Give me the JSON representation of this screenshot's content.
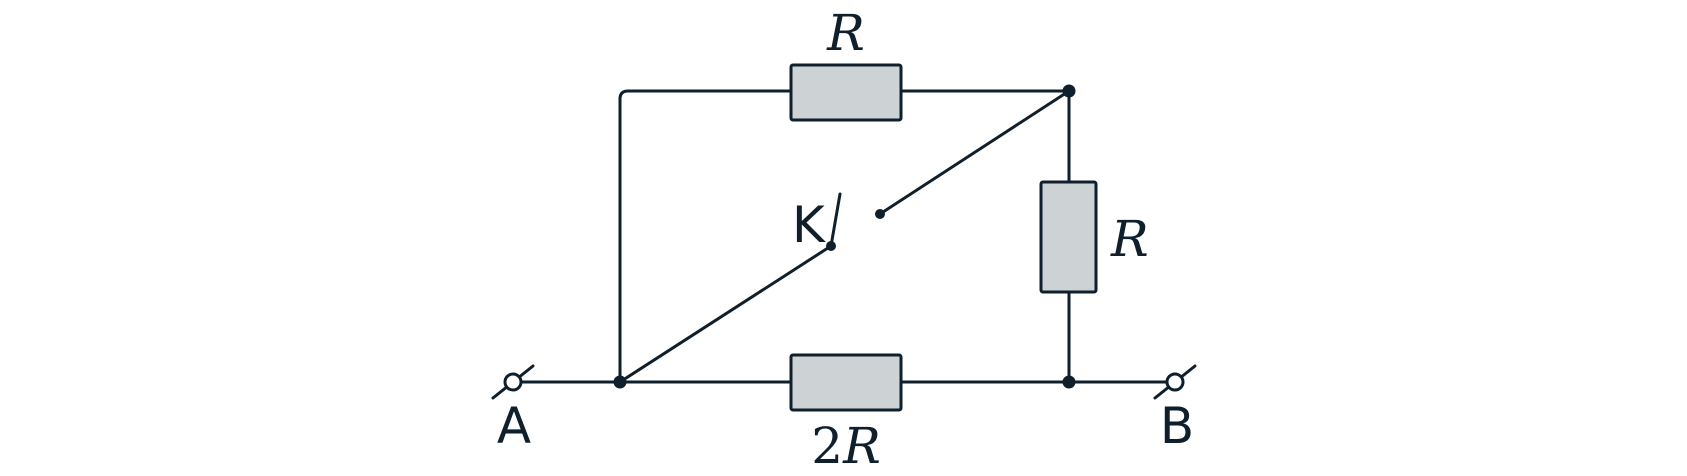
{
  "labels": {
    "resistor_top": "R",
    "resistor_right": "R",
    "resistor_bottom_coeff": "2",
    "resistor_bottom_symbol": "R",
    "switch": "K",
    "terminal_a": "A",
    "terminal_b": "B"
  },
  "colors": {
    "wire": "#0f1f2c",
    "resistor_fill": "#cdd2d4",
    "background": "#ffffff"
  }
}
